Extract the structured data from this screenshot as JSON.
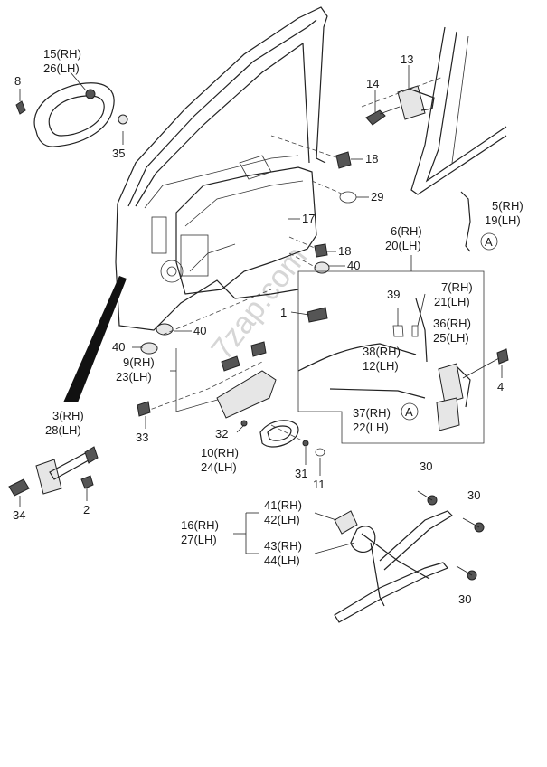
{
  "watermark": "7zap.com",
  "callouts": {
    "c8": "8",
    "c15": "15(RH)",
    "c26": "26(LH)",
    "c35": "35",
    "c13": "13",
    "c14": "14",
    "c18a": "18",
    "c29": "29",
    "c17": "17",
    "c5": "5(RH)",
    "c19": "19(LH)",
    "c6": "6(RH)",
    "c20": "20(LH)",
    "c18b": "18",
    "c40a": "40",
    "c7": "7(RH)",
    "c21": "21(LH)",
    "c39": "39",
    "c1": "1",
    "c36": "36(RH)",
    "c25": "25(LH)",
    "c40b": "40",
    "c40c": "40",
    "c38": "38(RH)",
    "c12": "12(LH)",
    "c9": "9(RH)",
    "c23": "23(LH)",
    "c4": "4",
    "c37": "37(RH)",
    "c22": "22(LH)",
    "c3": "3(RH)",
    "c28": "28(LH)",
    "c33": "33",
    "c32": "32",
    "c10": "10(RH)",
    "c24": "24(LH)",
    "c31": "31",
    "c11": "11",
    "c34": "34",
    "c2": "2",
    "c30a": "30",
    "c30b": "30",
    "c30c": "30",
    "c41": "41(RH)",
    "c42": "42(LH)",
    "c16": "16(RH)",
    "c27": "27(LH)",
    "c43": "43(RH)",
    "c44": "44(LH)",
    "refA1": "A",
    "refA2": "A"
  }
}
